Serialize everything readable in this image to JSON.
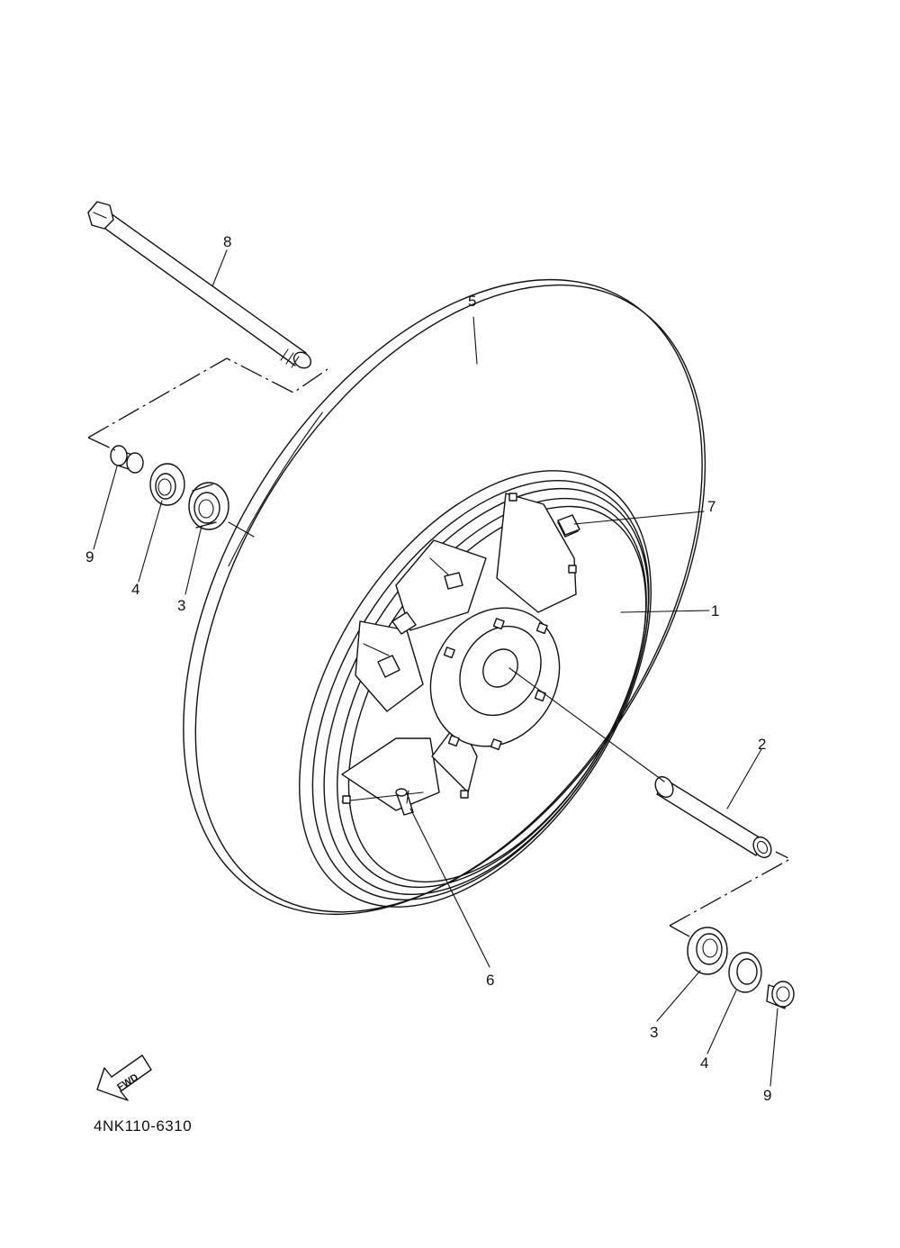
{
  "diagram": {
    "part_code": "4NK110-6310",
    "fwd_label": "FWD",
    "callouts": [
      {
        "id": "label-1",
        "text": "1"
      },
      {
        "id": "label-2",
        "text": "2"
      },
      {
        "id": "label-3a",
        "text": "3"
      },
      {
        "id": "label-3b",
        "text": "3"
      },
      {
        "id": "label-4a",
        "text": "4"
      },
      {
        "id": "label-4b",
        "text": "4"
      },
      {
        "id": "label-5",
        "text": "5"
      },
      {
        "id": "label-6",
        "text": "6"
      },
      {
        "id": "label-7",
        "text": "7"
      },
      {
        "id": "label-8",
        "text": "8"
      },
      {
        "id": "label-9a",
        "text": "9"
      },
      {
        "id": "label-9b",
        "text": "9"
      }
    ]
  }
}
